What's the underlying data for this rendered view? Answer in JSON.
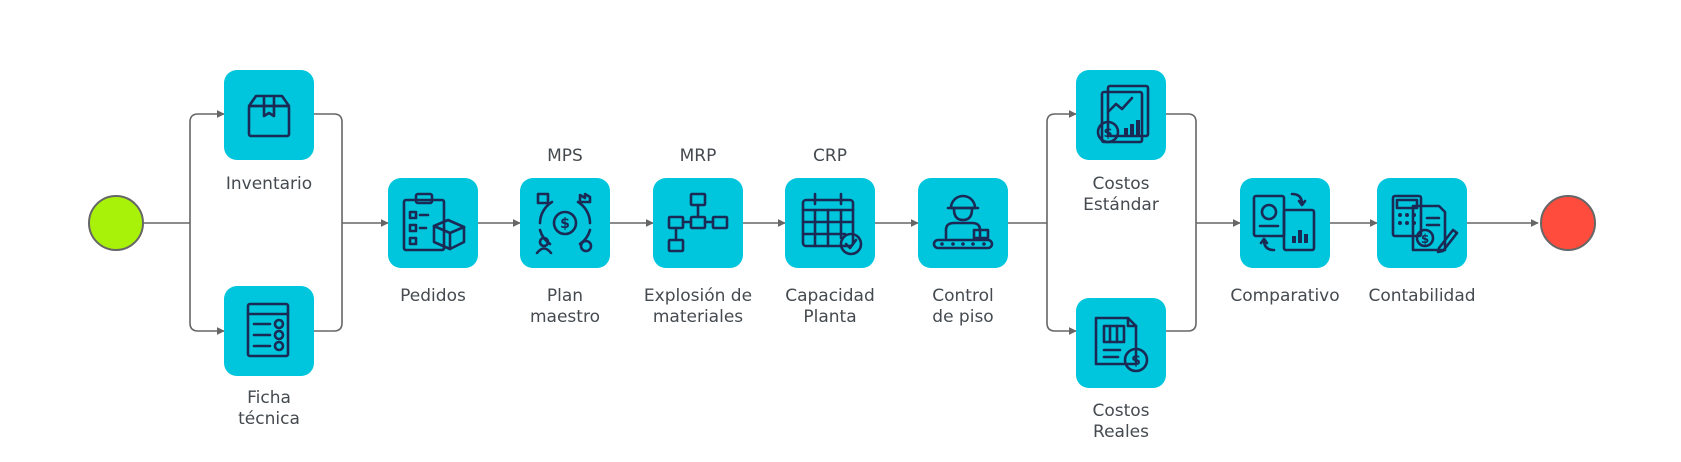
{
  "colors": {
    "node_fill": "#00C6DD",
    "icon_stroke": "#1a2a55",
    "connector": "#666666",
    "start_event": "#A8F20A",
    "end_event": "#FF4C3D",
    "text": "#444a4f"
  },
  "events": {
    "start": {
      "name": "start-event"
    },
    "end": {
      "name": "end-event"
    }
  },
  "nodes": {
    "inventario": {
      "icon": "box-icon",
      "label1": "Inventario",
      "label2": ""
    },
    "ficha": {
      "icon": "checklist-icon",
      "label1": "Ficha",
      "label2": "técnica"
    },
    "pedidos": {
      "icon": "order-clipboard-icon",
      "label1": "Pedidos",
      "label2": ""
    },
    "plan": {
      "icon": "plan-cycle-icon",
      "label1": "Plan",
      "label2": "maestro",
      "top": "MPS"
    },
    "explosion": {
      "icon": "hierarchy-icon",
      "label1": "Explosión de",
      "label2": "materiales",
      "top": "MRP"
    },
    "capacidad": {
      "icon": "calendar-check-icon",
      "label1": "Capacidad",
      "label2": "Planta",
      "top": "CRP"
    },
    "control": {
      "icon": "worker-conveyor-icon",
      "label1": "Control",
      "label2": "de piso"
    },
    "estandar": {
      "icon": "cost-report-icon",
      "label1": "Costos",
      "label2": "Estándar"
    },
    "reales": {
      "icon": "cost-document-icon",
      "label1": "Costos",
      "label2": "Reales"
    },
    "comparativo": {
      "icon": "compare-docs-icon",
      "label1": "Comparativo",
      "label2": ""
    },
    "contabilidad": {
      "icon": "accounting-icon",
      "label1": "Contabilidad",
      "label2": ""
    }
  }
}
